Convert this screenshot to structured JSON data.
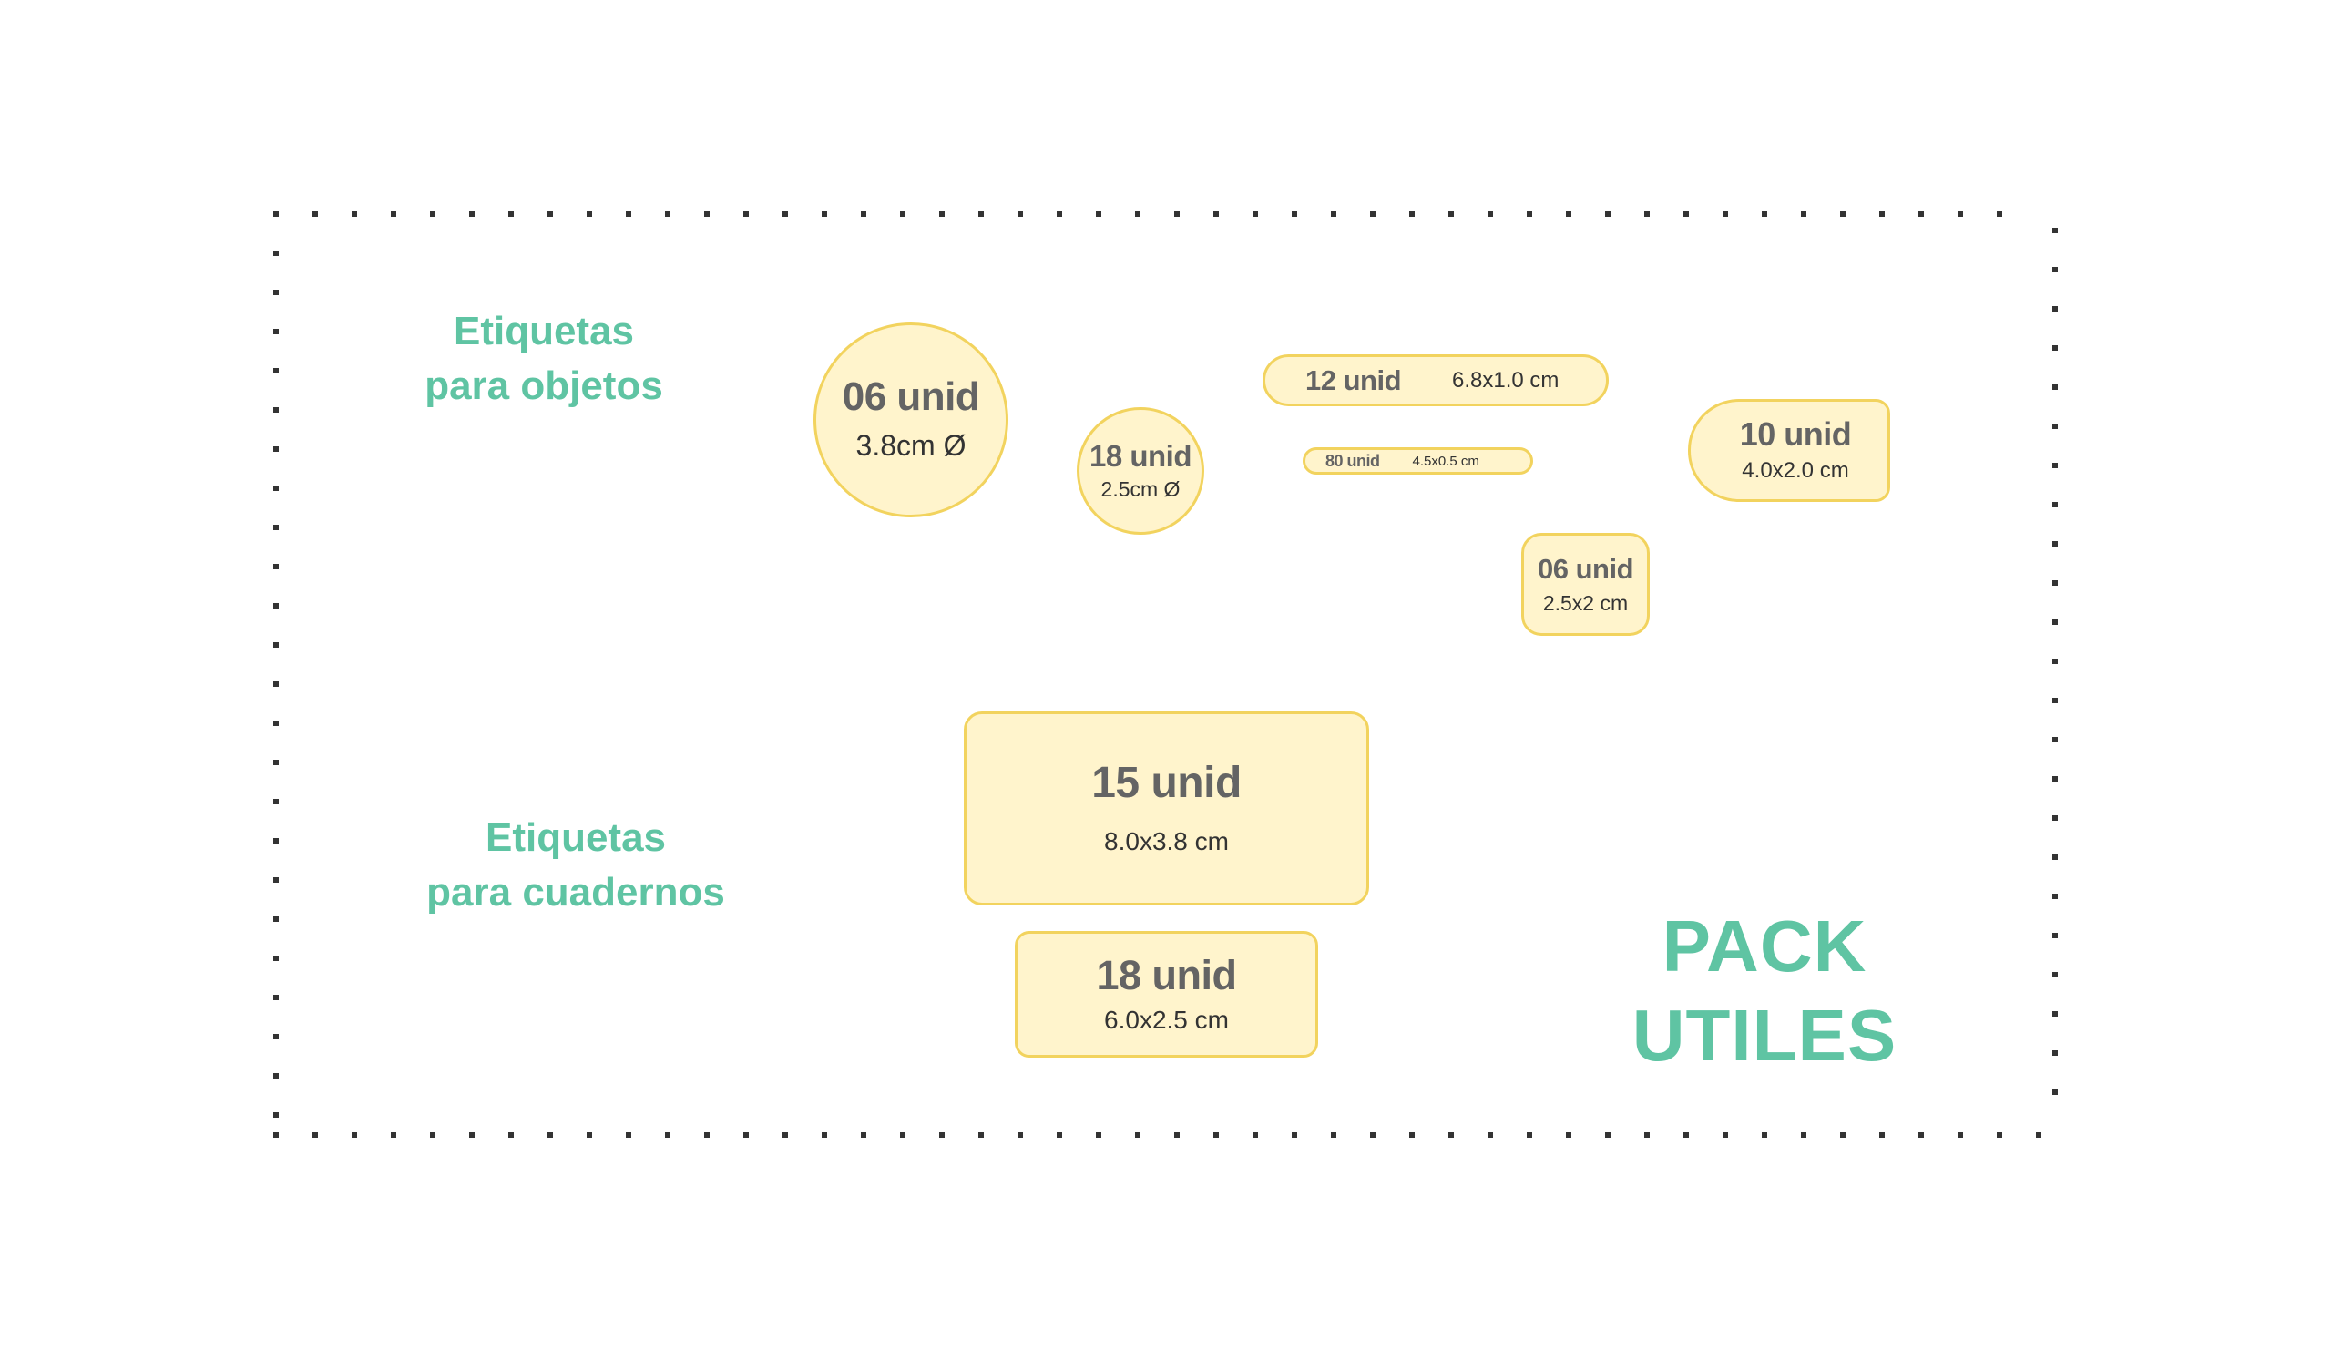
{
  "colors": {
    "accent_teal": "#5fc4a3",
    "label_fill": "#fff4cc",
    "label_stroke": "#f2d35e",
    "quantity_text": "#646464",
    "size_text": "#333333",
    "dotted_border": "#333333"
  },
  "sections": [
    {
      "line1": "Etiquetas",
      "line2": "para objetos"
    },
    {
      "line1": "Etiquetas",
      "line2": "para cuadernos"
    }
  ],
  "object_labels": [
    {
      "shape": "circle",
      "quantity": "06 unid",
      "size": "3.8cm Ø"
    },
    {
      "shape": "circle",
      "quantity": "18 unid",
      "size": "2.5cm Ø"
    },
    {
      "shape": "pill",
      "quantity": "12 unid",
      "size": "6.8x1.0 cm"
    },
    {
      "shape": "pill",
      "quantity": "80 unid",
      "size": "4.5x0.5 cm"
    },
    {
      "shape": "rounded-left-rectangle",
      "quantity": "10 unid",
      "size": "4.0x2.0 cm"
    },
    {
      "shape": "rounded-square",
      "quantity": "06 unid",
      "size": "2.5x2 cm"
    }
  ],
  "notebook_labels": [
    {
      "shape": "rounded-rectangle",
      "quantity": "15 unid",
      "size": "8.0x3.8 cm"
    },
    {
      "shape": "rounded-rectangle",
      "quantity": "18 unid",
      "size": "6.0x2.5 cm"
    }
  ],
  "pack_title": {
    "line1": "PACK",
    "line2": "UTILES"
  }
}
